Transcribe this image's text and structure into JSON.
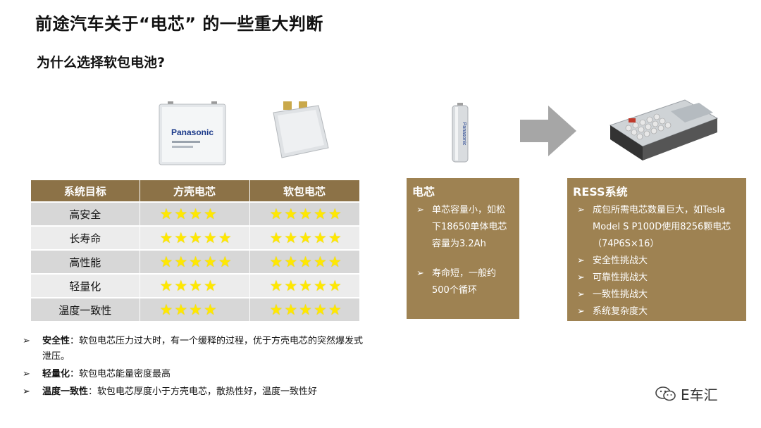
{
  "title": "前途汽车关于“电芯” 的一些重大判断",
  "subtitle": "为什么选择软包电池?",
  "images": {
    "prismatic_brand": "Panasonic",
    "cylindrical_brand": "Panasonic"
  },
  "table": {
    "headers": [
      "系统目标",
      "方壳电芯",
      "软包电芯"
    ],
    "rows": [
      {
        "label": "高安全",
        "prismatic_stars": 4,
        "pouch_stars": 5
      },
      {
        "label": "长寿命",
        "prismatic_stars": 5,
        "pouch_stars": 5
      },
      {
        "label": "高性能",
        "prismatic_stars": 5,
        "pouch_stars": 5
      },
      {
        "label": "轻量化",
        "prismatic_stars": 4,
        "pouch_stars": 5
      },
      {
        "label": "温度一致性",
        "prismatic_stars": 4,
        "pouch_stars": 5
      }
    ]
  },
  "cell_box": {
    "heading": "电芯",
    "items": [
      "单芯容量小，如松下18650单体电芯容量为3.2Ah",
      "寿命短，一般约500个循环"
    ]
  },
  "ress_box": {
    "heading": "RESS系统",
    "items": [
      "成包所需电芯数量巨大，如Tesla Model S P100D使用8256颗电芯（74P6S×16）",
      "安全性挑战大",
      "可靠性挑战大",
      "一致性挑战大",
      "系统复杂度大"
    ]
  },
  "notes": [
    {
      "label": "安全性",
      "text": "：软包电芯压力过大时，有一个缓释的过程，优于方壳电芯的突然爆发式泄压。"
    },
    {
      "label": "轻量化",
      "text": "：软包电芯能量密度最高"
    },
    {
      "label": "温度一致性",
      "text": "：软包电芯厚度小于方壳电芯，散热性好，温度一致性好"
    }
  ],
  "bullet_marker": "➢",
  "watermark": "E车汇",
  "colors": {
    "header_brown": "#8c7247",
    "box_gold": "#9e8252",
    "star_yellow": "#ffe800"
  }
}
